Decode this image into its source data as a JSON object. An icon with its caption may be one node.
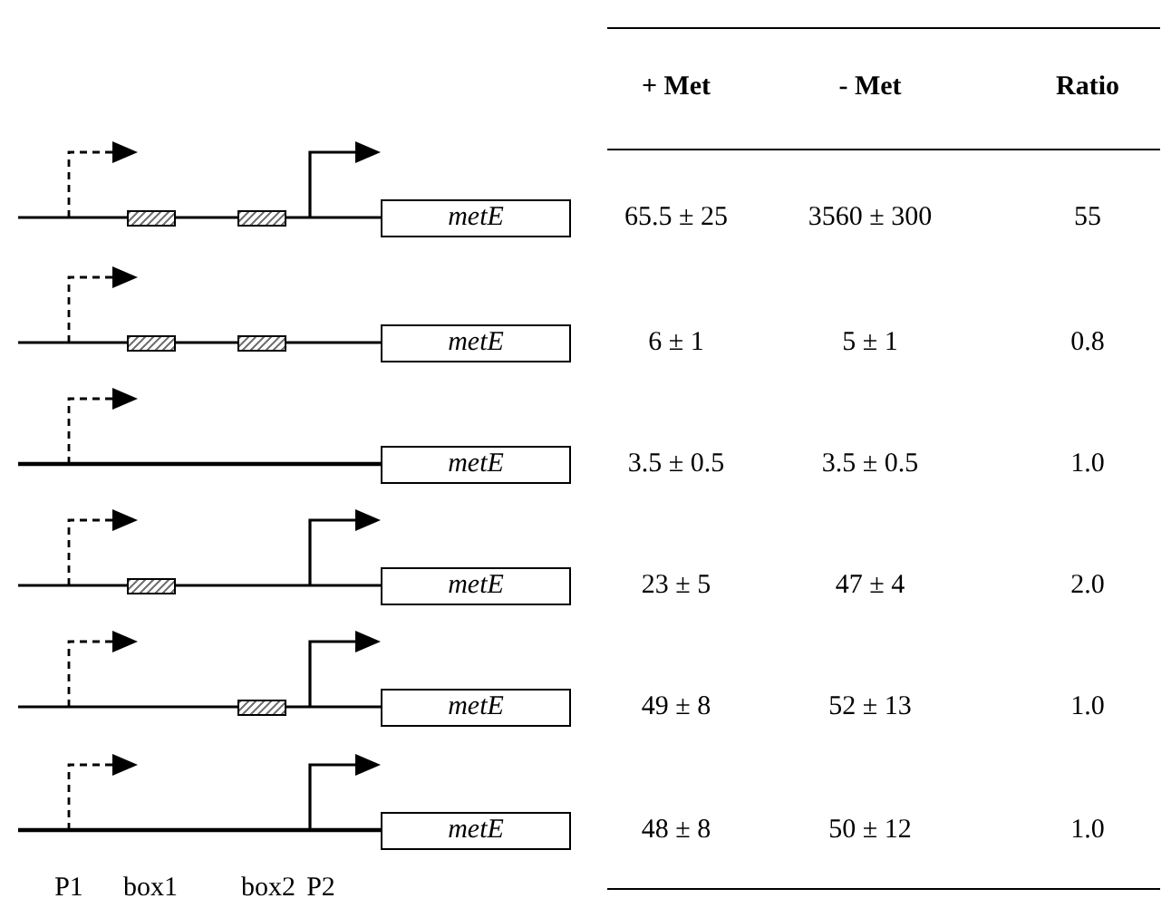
{
  "diagram": {
    "nodes": [
      {
        "text": [],
        "shape": "box"
      },
      {
        "text": [],
        "shape": "box"
      },
      {
        "text": [
          "metE"
        ]
      },
      {
        "text": [],
        "shape": "box"
      },
      {
        "text": [],
        "shape": "box"
      },
      {
        "text": [
          "metE"
        ]
      },
      {
        "text": [
          "metE"
        ]
      },
      {
        "text": [],
        "shape": "box"
      },
      {
        "text": [
          "metE"
        ]
      },
      {
        "text": [],
        "shape": "box"
      },
      {
        "text": [
          "metE"
        ]
      },
      {
        "text": [
          "metE"
        ]
      }
    ],
    "labels": [
      "+ Met",
      "- Met",
      "Ratio",
      "65.5 ± 25",
      "3560 ± 300",
      "55",
      "6 ± 1",
      "5 ± 1",
      "0.8",
      "3.5 ± 0.5",
      "3.5 ± 0.5",
      "1.0",
      "23 ± 5",
      "47 ± 4",
      "2.0",
      "49 ± 8",
      "52 ± 13",
      "1.0",
      "48 ± 8",
      "50 ± 12",
      "1.0",
      "P1",
      "box1",
      "box2",
      "P2"
    ]
  }
}
